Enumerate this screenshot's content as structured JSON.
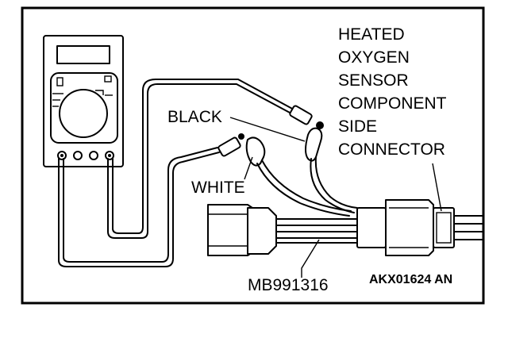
{
  "labels": {
    "heated_line1": "HEATED",
    "heated_line2": "OXYGEN",
    "heated_line3": "SENSOR",
    "heated_line4": "COMPONENT",
    "heated_line5": "SIDE",
    "heated_line6": "CONNECTOR",
    "black": "BLACK",
    "white": "WHITE",
    "tool": "MB991316",
    "figure_code": "AKX01624 AN"
  },
  "icons": {
    "meter": "multimeter-icon",
    "probe_black": "black-probe-icon",
    "probe_white": "white-probe-icon",
    "connector": "sensor-connector-icon",
    "harness": "test-harness-icon"
  }
}
